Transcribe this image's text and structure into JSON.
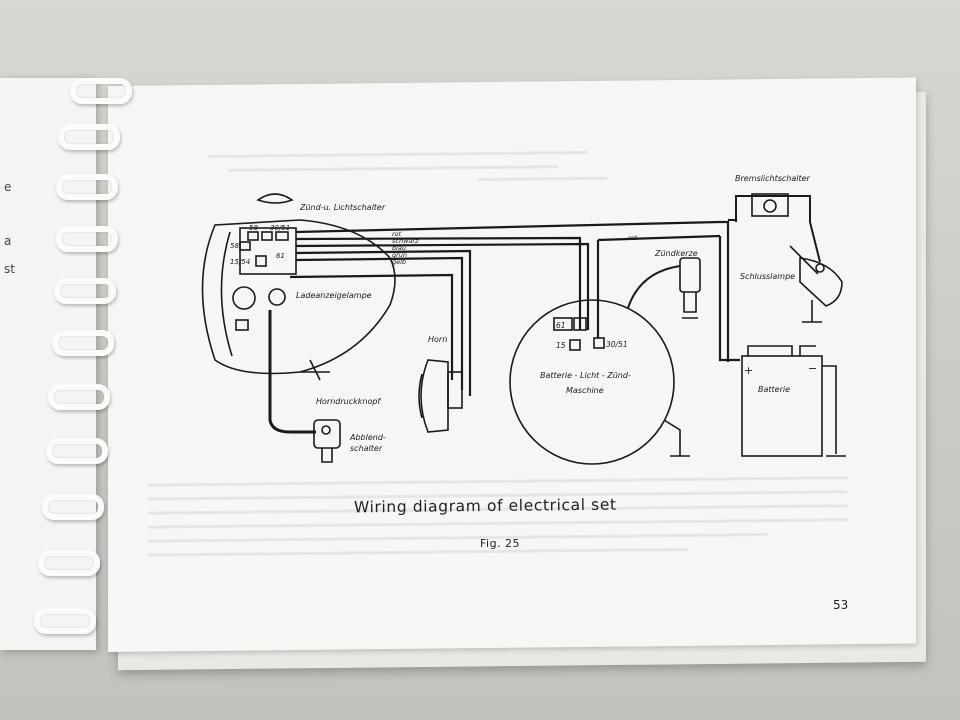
{
  "left_page": {
    "fragments": [
      "e",
      "a",
      "st"
    ]
  },
  "figure": {
    "caption": "Wiring diagram of electrical set",
    "number": "Fig. 25",
    "page_number": "53"
  },
  "labels": {
    "ignition_switch": "Zünd-u. Lichtschalter",
    "brake_switch": "Bremslichtschalter",
    "spark_plug": "Zündkerze",
    "tail_lamp": "Schlusslampe",
    "charge_lamp": "Ladeanzeigelampe",
    "horn": "Horn",
    "horn_button": "Horndruckknopf",
    "dimmer_switch": "Abblend-\nschalter",
    "dimmer_switch_line1": "Abblend-",
    "dimmer_switch_line2": "schalter",
    "generator_line1": "Batterie - Licht - Zünd-",
    "generator_line2": "Maschine",
    "battery": "Batterie",
    "plus": "+",
    "minus": "−"
  },
  "wire_colors": {
    "rot": "rot",
    "schwarz": "schwarz",
    "blau": "blau",
    "gruen": "grün",
    "gelb": "gelb",
    "rot2": "rot"
  },
  "terminals": {
    "t58_top": "58",
    "t30_51": "30/51",
    "t58_side": "58",
    "t15_54": "15/54",
    "t61": "61",
    "gen_61": "61",
    "gen_15": "15",
    "gen_30_51": "30/51"
  }
}
